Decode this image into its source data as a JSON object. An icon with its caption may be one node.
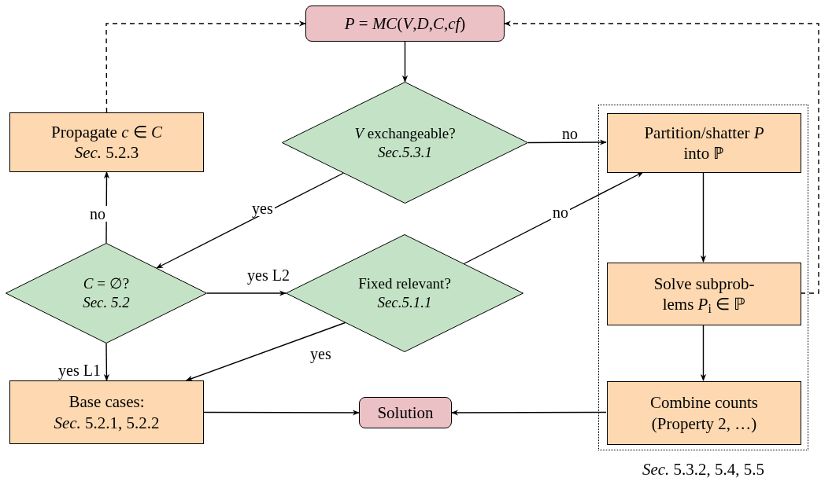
{
  "diagram": {
    "nodes": [
      {
        "text": [
          "*P* = *MC*(*V*,*D*,*C*,*cf*)"
        ]
      },
      {
        "text": [
          "Propagate *c* ∈ *C*",
          "*Sec.* 5.2.3"
        ]
      },
      {
        "text": [
          "*V* exchangeable?",
          "*Sec.5.3.1*"
        ]
      },
      {
        "text": [],
        "shape": "box",
        "beside": [
          "*Sec.* 5.3.2, 5.4, 5.5"
        ]
      },
      {
        "text": [
          "Partition/shatter *P* into ℙ"
        ],
        "in": 3
      },
      {
        "text": [
          "*C* = ∅?",
          "*Sec. 5.2*"
        ]
      },
      {
        "text": [
          "Fixed relevant?",
          "*Sec.5.1.1*"
        ]
      },
      {
        "text": [
          "Solve subprob- lems *P*$_{i}$ ∈ ℙ"
        ],
        "in": 3
      },
      {
        "text": [
          "Base cases:",
          "*Sec.* 5.2.1, 5.2.2"
        ]
      },
      {
        "text": [
          "Solution"
        ]
      },
      {
        "text": [
          "Combine counts (Property 2, …)"
        ],
        "in": 3
      }
    ],
    "edges": [
      {
        "from": 0,
        "to": 2,
        "arrow": "to"
      },
      {
        "from": 2,
        "to": 4,
        "arrow": "to",
        "label": "no"
      },
      {
        "from": 2,
        "to": 5,
        "arrow": "to",
        "label": "yes"
      },
      {
        "from": 5,
        "to": 1,
        "arrow": "to",
        "label": "no"
      },
      {
        "from": 1,
        "to": 0,
        "arrow": "to",
        "style": "dashed"
      },
      {
        "from": 5,
        "to": 6,
        "arrow": "to",
        "label": "yes L2"
      },
      {
        "from": 6,
        "to": 4,
        "arrow": "to",
        "label": "no"
      },
      {
        "from": 6,
        "to": 8,
        "arrow": "to",
        "label": "yes"
      },
      {
        "from": 5,
        "to": 8,
        "arrow": "to",
        "label": "yes L1"
      },
      {
        "from": 4,
        "to": 7,
        "arrow": "to"
      },
      {
        "from": 7,
        "to": 10,
        "arrow": "to"
      },
      {
        "from": 10,
        "to": 9,
        "arrow": "to"
      },
      {
        "from": 8,
        "to": 9,
        "arrow": "to"
      },
      {
        "from": 7,
        "to": 0,
        "arrow": "to",
        "style": "dashed"
      }
    ]
  }
}
